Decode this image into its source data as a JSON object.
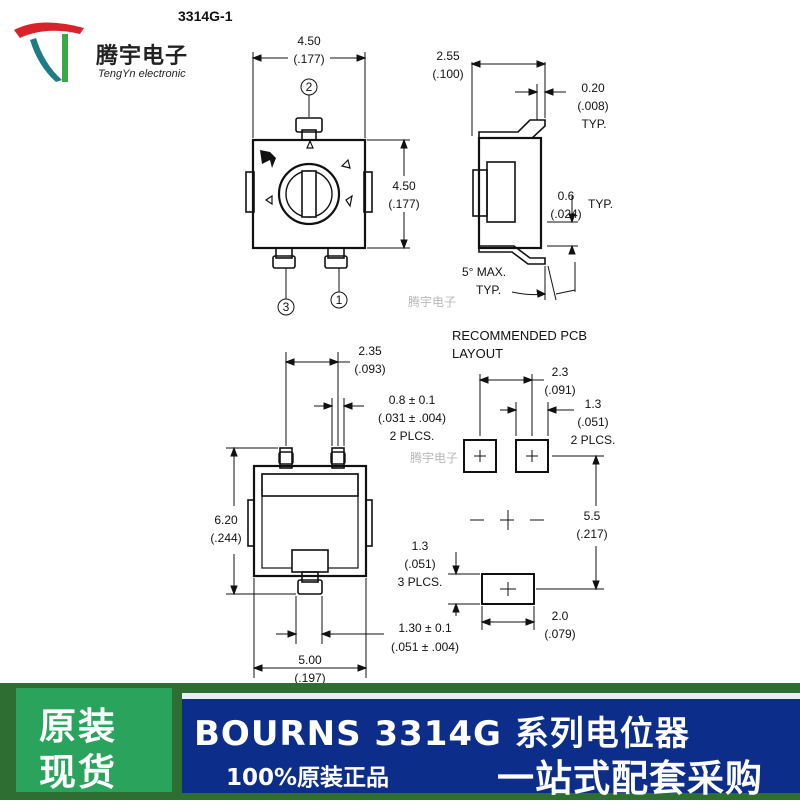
{
  "brand": {
    "name_cn": "腾宇电子",
    "name_en": "TengYn electronic",
    "watermark": "腾宇电子"
  },
  "part": {
    "title": "3314G-1"
  },
  "top_view": {
    "width_mm": "4.50",
    "width_in": "(.177)",
    "height_mm": "4.50",
    "height_in": "(.177)",
    "pin_top": "2",
    "pin_left": "3",
    "pin_right": "1"
  },
  "side_view": {
    "dim_a_mm": "2.55",
    "dim_a_in": "(.100)",
    "dim_b_mm": "0.20",
    "dim_b_in": "(.008)",
    "dim_b_note": "TYP.",
    "dim_c_mm": "0.6",
    "dim_c_in": "(.024)",
    "dim_c_note": "TYP.",
    "angle_note": "5° MAX.",
    "angle_note2": "TYP."
  },
  "bottom_view": {
    "d1_mm": "2.35",
    "d1_in": "(.093)",
    "d2_mm": "0.8 ± 0.1",
    "d2_in": "(.031 ± .004)",
    "d2_note": "2 PLCS.",
    "height_mm": "6.20",
    "height_in": "(.244)",
    "d3_mm": "1.30 ± 0.1",
    "d3_in": "(.051 ± .004)",
    "width_mm": "5.00",
    "width_in": "(.197)"
  },
  "pcb_layout": {
    "title_line1": "RECOMMENDED PCB",
    "title_line2": "LAYOUT",
    "pitch_mm": "2.3",
    "pitch_in": "(.091)",
    "pad_top_mm": "1.3",
    "pad_top_in": "(.051)",
    "pad_top_note": "2 PLCS.",
    "spacing_mm": "5.5",
    "spacing_in": "(.217)",
    "pad_left_mm": "1.3",
    "pad_left_in": "(.051)",
    "pad_left_note": "3 PLCS.",
    "pad_width_mm": "2.0",
    "pad_width_in": "(.079)"
  },
  "banner": {
    "badge_line1": "原装",
    "badge_line2": "现货",
    "title": "BOURNS  3314G 系列电位器",
    "genuine": "100%原装正品",
    "one_stop": "一站式配套采购"
  },
  "colors": {
    "banner_green": "#2f6e32",
    "badge_green": "#2aa35d",
    "banner_blue": "#0c2d8a",
    "logo_red": "#d8232a",
    "logo_teal": "#1f7c86",
    "logo_green": "#3aa845"
  }
}
